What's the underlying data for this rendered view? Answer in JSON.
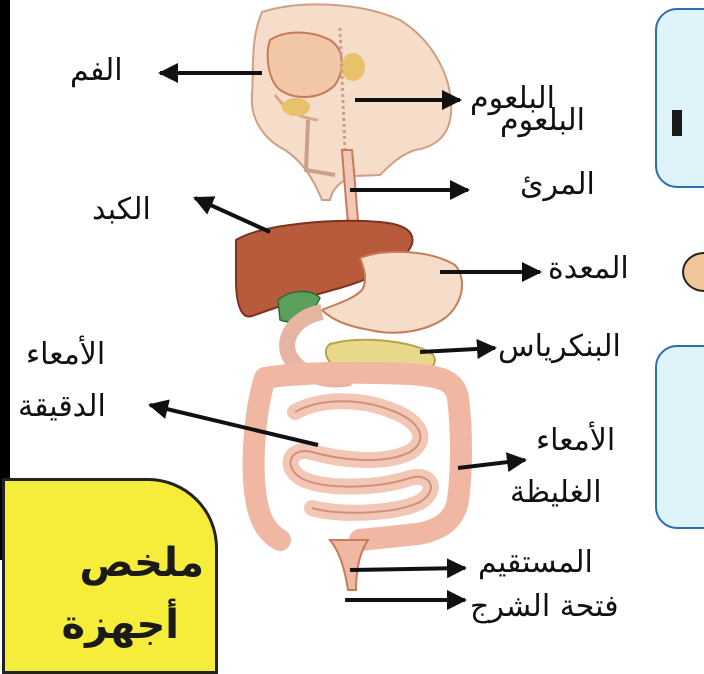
{
  "labels": {
    "mouth": "الفم",
    "pharynx": "البلعوم",
    "esophagus": "المرئ",
    "liver": "الكبد",
    "stomach": "المعدة",
    "pancreas": "البنكرياس",
    "small_intestine_line1": "الأمعاء",
    "small_intestine_line2": "الدقيقة",
    "large_intestine_line1": "الأمعاء",
    "large_intestine_line2": "الغليظة",
    "rectum": "المستقيم",
    "anus": "فتحة الشرج"
  },
  "banner": {
    "line1": "ملخص",
    "line2": "أجهزة"
  },
  "colors": {
    "liver": "#b85a3c",
    "skin": "#f6ddc9",
    "pancreas": "#e8d98a",
    "intestine": "#f3c7b6",
    "panel_fill": "#dff3fb",
    "panel_border": "#2a6fae",
    "banner": "#f6ed3b"
  }
}
